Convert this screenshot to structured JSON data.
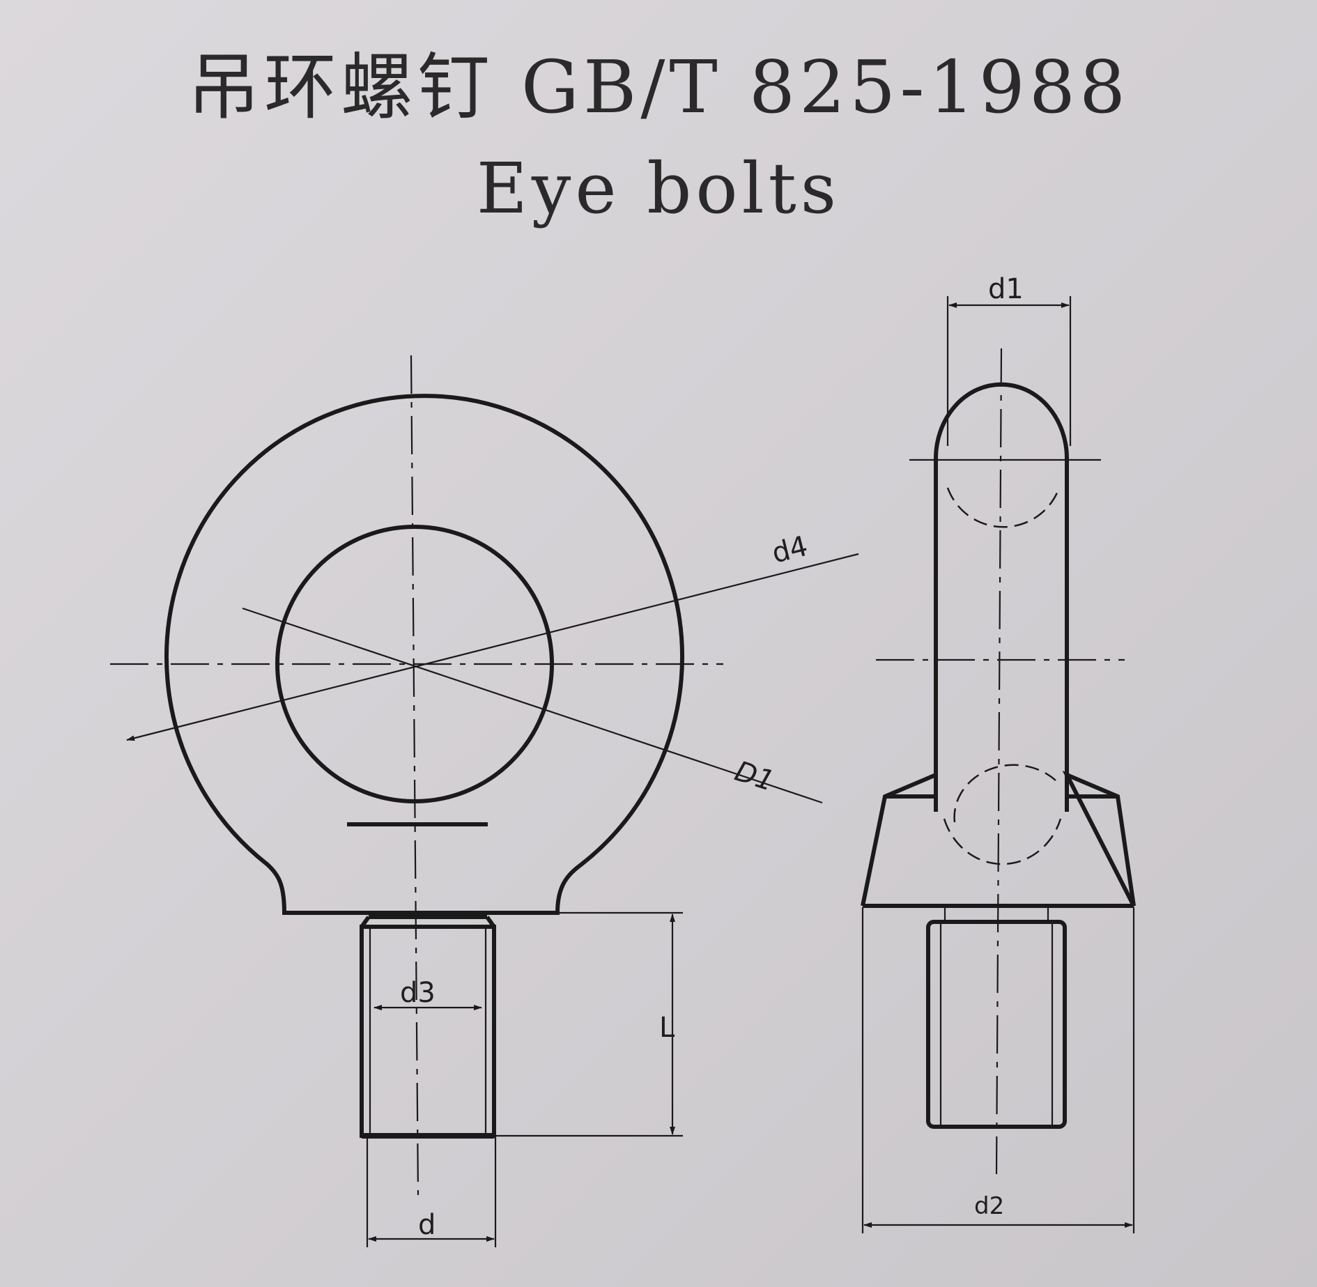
{
  "title": {
    "main": "吊环螺钉 GB/T 825-1988",
    "sub": "Eye bolts"
  },
  "dimensions": {
    "d4": "d4",
    "D1": "D1",
    "d3": "d3",
    "L": "L",
    "d": "d",
    "d1": "d1",
    "d2": "d2"
  }
}
